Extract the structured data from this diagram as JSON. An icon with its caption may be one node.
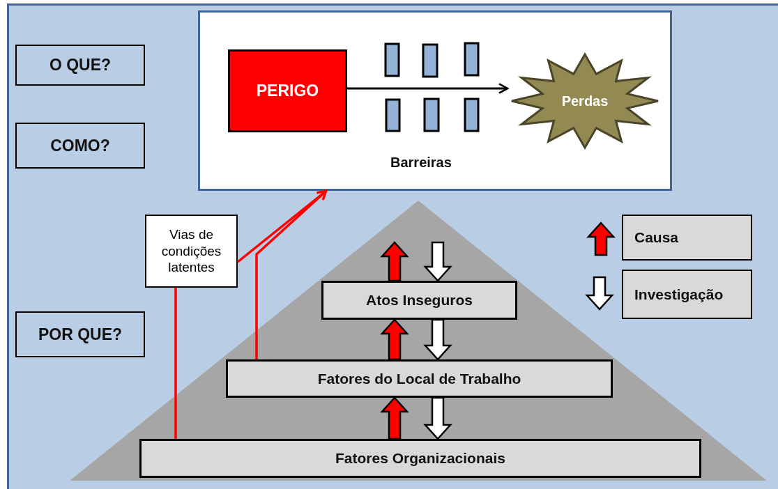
{
  "diagram": {
    "nodes": [
      {
        "text": [
          "O QUE?"
        ]
      },
      {
        "text": [
          "COMO?"
        ]
      },
      {
        "text": [
          "POR QUE?"
        ]
      },
      {
        "text": [],
        "shape": "box"
      },
      {
        "text": [
          "PERIGO"
        ],
        "in": 3
      },
      {
        "text": [
          "Perdas"
        ],
        "in": 3
      },
      {
        "text": [],
        "shape": "triangle"
      },
      {
        "text": [
          "Atos Inseguros"
        ],
        "in": 6
      },
      {
        "text": [
          "Fatores do Local de Trabalho"
        ],
        "in": 6
      },
      {
        "text": [
          "Fatores Organizacionais"
        ],
        "in": 6
      },
      {
        "text": [
          "Vias de condições latentes"
        ]
      }
    ],
    "edges": [
      {
        "from": 4,
        "to": 5,
        "arrow": "to",
        "color": "#000000"
      },
      {
        "from": 9,
        "to": 10,
        "arrow": "none",
        "color": "#ff0000"
      },
      {
        "from": 10,
        "to": 3,
        "arrow": "to",
        "color": "#ff0000"
      },
      {
        "from": 8,
        "to": 3,
        "arrow": "to",
        "color": "#ff0000"
      },
      {
        "from": 7,
        "to": null,
        "arrow": "to",
        "style": "thick",
        "color": "#ff0000"
      },
      {
        "from": null,
        "to": 7,
        "arrow": "to",
        "style": "thick",
        "color": "#ffffff"
      },
      {
        "from": 8,
        "to": 7,
        "arrow": "to",
        "style": "thick",
        "color": "#ff0000"
      },
      {
        "from": 7,
        "to": 8,
        "arrow": "to",
        "style": "thick",
        "color": "#ffffff"
      },
      {
        "from": 9,
        "to": 8,
        "arrow": "to",
        "style": "thick",
        "color": "#ff0000"
      },
      {
        "from": 8,
        "to": 9,
        "arrow": "to",
        "style": "thick",
        "color": "#ffffff"
      }
    ],
    "labels": [
      "Barreiras"
    ],
    "legend": [
      {
        "text": "Causa"
      },
      {
        "text": "Investigação"
      }
    ]
  }
}
